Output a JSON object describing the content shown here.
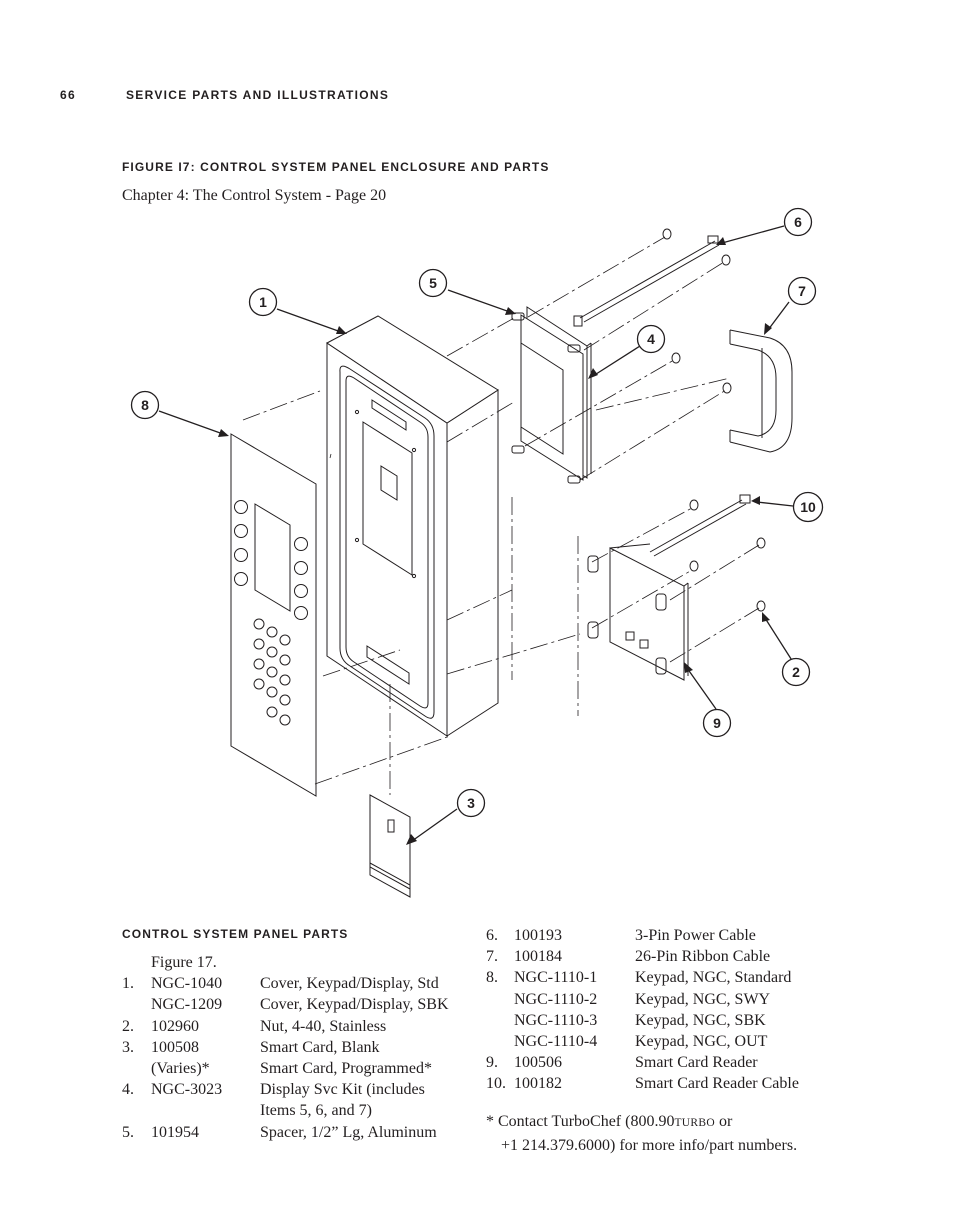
{
  "header": {
    "page_number": "66",
    "section": "SERVICE PARTS AND ILLUSTRATIONS"
  },
  "figure": {
    "title": "FIGURE I7: CONTROL SYSTEM PANEL ENCLOSURE AND PARTS",
    "reference": "Chapter 4: The Control System - Page 20",
    "callouts": [
      "1",
      "2",
      "3",
      "4",
      "5",
      "6",
      "7",
      "8",
      "9",
      "10"
    ]
  },
  "parts": {
    "heading": "CONTROL SYSTEM PANEL PARTS",
    "left": [
      {
        "num": "",
        "part": "Figure 17.",
        "desc": ""
      },
      {
        "num": "1.",
        "part": "NGC-1040",
        "desc": "Cover, Keypad/Display, Std"
      },
      {
        "num": "",
        "part": "NGC-1209",
        "desc": "Cover, Keypad/Display, SBK"
      },
      {
        "num": "2.",
        "part": "102960",
        "desc": "Nut, 4-40, Stainless"
      },
      {
        "num": "3.",
        "part": "100508",
        "desc": "Smart Card, Blank"
      },
      {
        "num": "",
        "part": "(Varies)*",
        "desc": "Smart Card, Programmed*"
      },
      {
        "num": "4.",
        "part": "NGC-3023",
        "desc": "Display Svc Kit (includes"
      },
      {
        "num": "",
        "part": "",
        "desc": "Items 5, 6, and 7)"
      },
      {
        "num": "5.",
        "part": "101954",
        "desc": "Spacer, 1/2” Lg, Aluminum"
      }
    ],
    "right": [
      {
        "num": "6.",
        "part": "100193",
        "desc": "3-Pin Power Cable"
      },
      {
        "num": "7.",
        "part": "100184",
        "desc": "26-Pin Ribbon Cable"
      },
      {
        "num": "8.",
        "part": "NGC-1110-1",
        "desc": "Keypad, NGC, Standard"
      },
      {
        "num": "",
        "part": "NGC-1110-2",
        "desc": "Keypad, NGC, SWY"
      },
      {
        "num": "",
        "part": "NGC-1110-3",
        "desc": "Keypad, NGC, SBK"
      },
      {
        "num": "",
        "part": "NGC-1110-4",
        "desc": "Keypad, NGC, OUT"
      },
      {
        "num": "9.",
        "part": "100506",
        "desc": "Smart Card Reader"
      },
      {
        "num": "10.",
        "part": "100182",
        "desc": "Smart Card Reader Cable"
      }
    ]
  },
  "footnote": {
    "line1_pre": "* Contact TurboChef (800.90",
    "line1_sc": "TURBO",
    "line1_post": " or",
    "line2": "+1 214.379.6000) for more info/part numbers."
  }
}
